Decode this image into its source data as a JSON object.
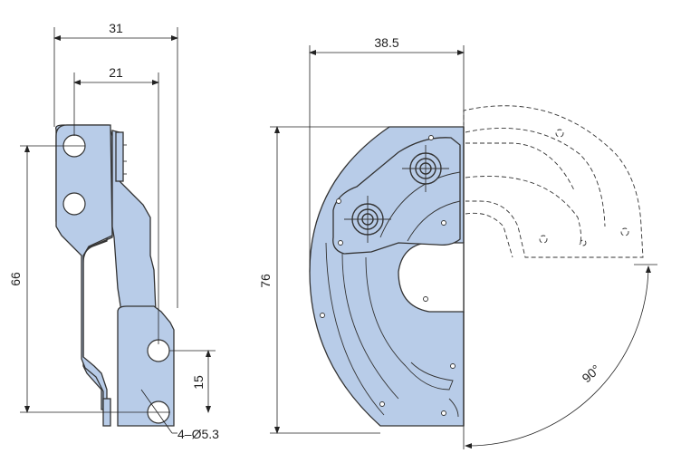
{
  "colors": {
    "part_fill": "#b8cce8",
    "line": "#333333",
    "background": "#ffffff"
  },
  "side_view": {
    "dim_top_width": "31",
    "dim_hole_offset": "21",
    "dim_height": "66",
    "dim_hole_pitch": "15",
    "hole_callout": "4–Ø5.3"
  },
  "front_view": {
    "dim_width": "38.5",
    "dim_height": "76",
    "rotation_angle": "90°"
  }
}
